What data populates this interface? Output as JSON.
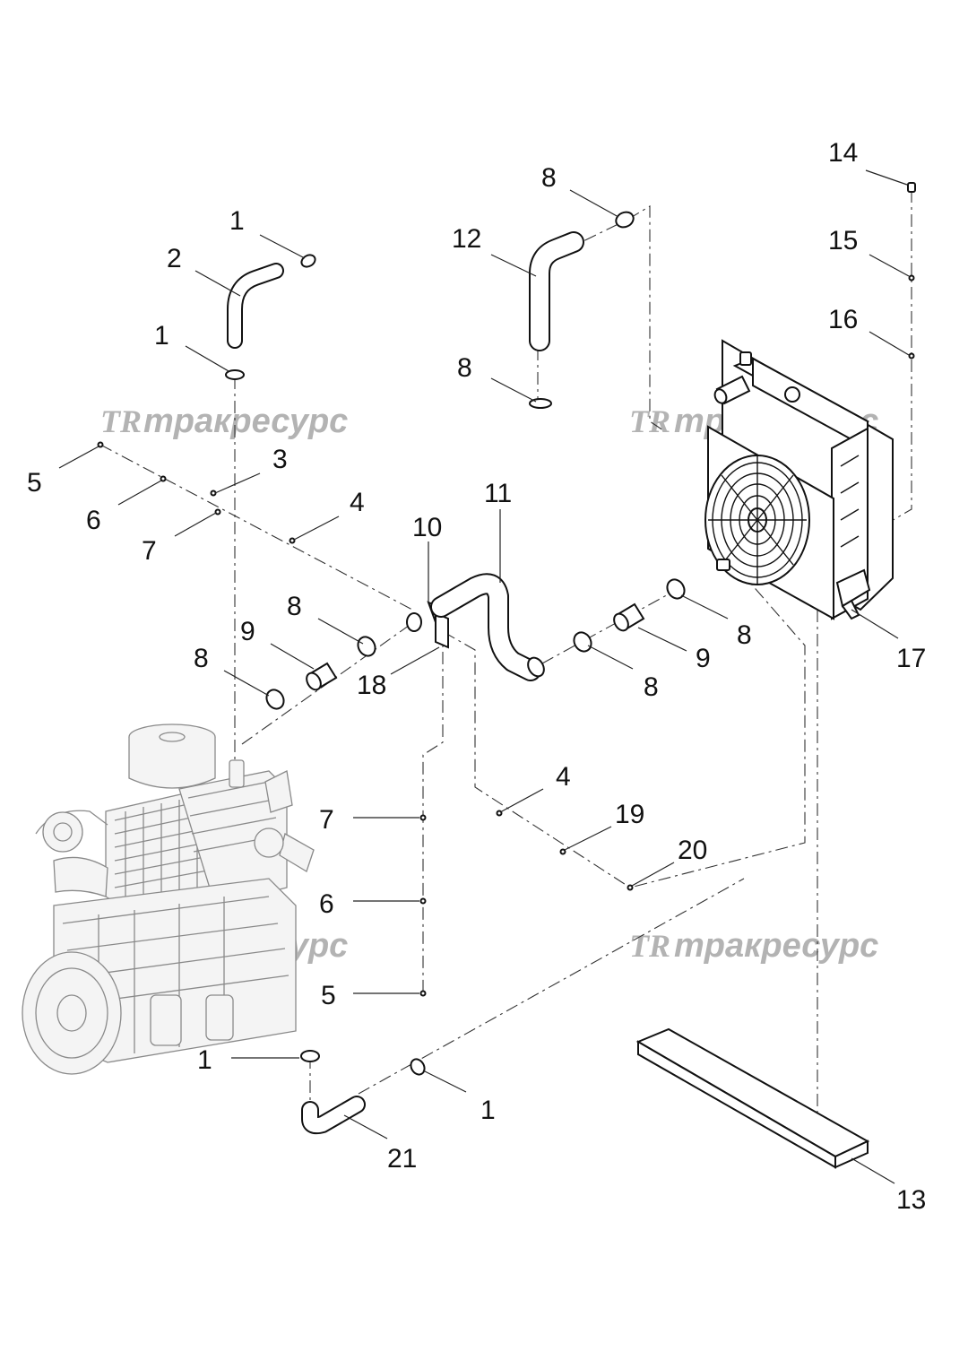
{
  "watermark": {
    "logo": "TR",
    "text": "тракресурс"
  },
  "callouts": [
    {
      "id": "c-1a",
      "label": "1"
    },
    {
      "id": "c-2",
      "label": "2"
    },
    {
      "id": "c-1b",
      "label": "1"
    },
    {
      "id": "c-8a",
      "label": "8"
    },
    {
      "id": "c-12",
      "label": "12"
    },
    {
      "id": "c-8b",
      "label": "8"
    },
    {
      "id": "c-14",
      "label": "14"
    },
    {
      "id": "c-15",
      "label": "15"
    },
    {
      "id": "c-16",
      "label": "16"
    },
    {
      "id": "c-5a",
      "label": "5"
    },
    {
      "id": "c-3",
      "label": "3"
    },
    {
      "id": "c-6a",
      "label": "6"
    },
    {
      "id": "c-4a",
      "label": "4"
    },
    {
      "id": "c-7a",
      "label": "7"
    },
    {
      "id": "c-11",
      "label": "11"
    },
    {
      "id": "c-10",
      "label": "10"
    },
    {
      "id": "c-8c",
      "label": "8"
    },
    {
      "id": "c-9a",
      "label": "9"
    },
    {
      "id": "c-8d",
      "label": "8"
    },
    {
      "id": "c-18",
      "label": "18"
    },
    {
      "id": "c-8e",
      "label": "8"
    },
    {
      "id": "c-9b",
      "label": "9"
    },
    {
      "id": "c-8f",
      "label": "8"
    },
    {
      "id": "c-17",
      "label": "17"
    },
    {
      "id": "c-4b",
      "label": "4"
    },
    {
      "id": "c-7b",
      "label": "7"
    },
    {
      "id": "c-19",
      "label": "19"
    },
    {
      "id": "c-20",
      "label": "20"
    },
    {
      "id": "c-6b",
      "label": "6"
    },
    {
      "id": "c-5b",
      "label": "5"
    },
    {
      "id": "c-1c",
      "label": "1"
    },
    {
      "id": "c-1d",
      "label": "1"
    },
    {
      "id": "c-21",
      "label": "21"
    },
    {
      "id": "c-13",
      "label": "13"
    }
  ]
}
